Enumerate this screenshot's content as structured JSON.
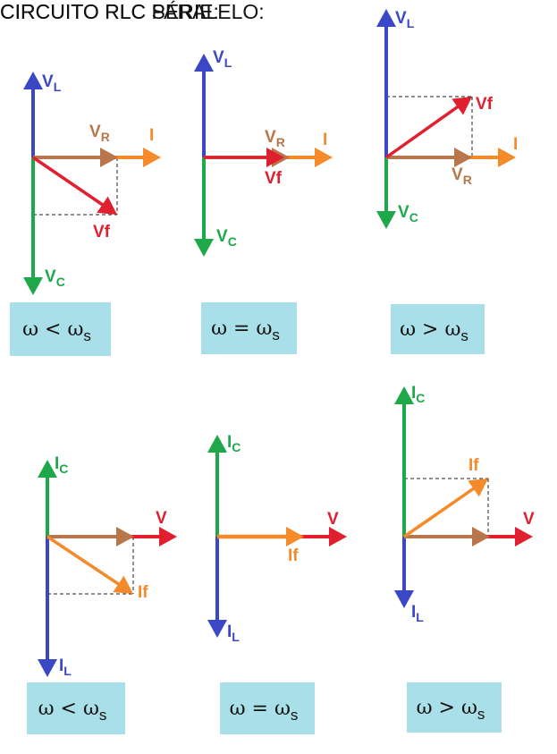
{
  "titles": {
    "serie": "CIRCUITO RLC SÉRIE:",
    "paralelo": "CIRCUITO RLC PARALELO:"
  },
  "colors": {
    "blue": "#3a48c8",
    "green": "#1fa84a",
    "brown": "#b8774a",
    "orange": "#f58a2a",
    "red": "#e01f2f",
    "box": "#a9dfe8"
  },
  "labels": {
    "VL": {
      "main": "V",
      "sub": "L"
    },
    "VC": {
      "main": "V",
      "sub": "C"
    },
    "VR": {
      "main": "V",
      "sub": "R"
    },
    "Vf": {
      "main": "Vf",
      "sub": ""
    },
    "I": {
      "main": "I",
      "sub": ""
    },
    "IC": {
      "main": "I",
      "sub": "C"
    },
    "IL": {
      "main": "I",
      "sub": "L"
    },
    "If": {
      "main": "If",
      "sub": ""
    },
    "V": {
      "main": "V",
      "sub": ""
    }
  },
  "conditions": [
    {
      "symbol": "ω",
      "relation": "<",
      "sub": "s"
    },
    {
      "symbol": "ω",
      "relation": "=",
      "sub": "s"
    },
    {
      "symbol": "ω",
      "relation": ">",
      "sub": "s"
    }
  ]
}
